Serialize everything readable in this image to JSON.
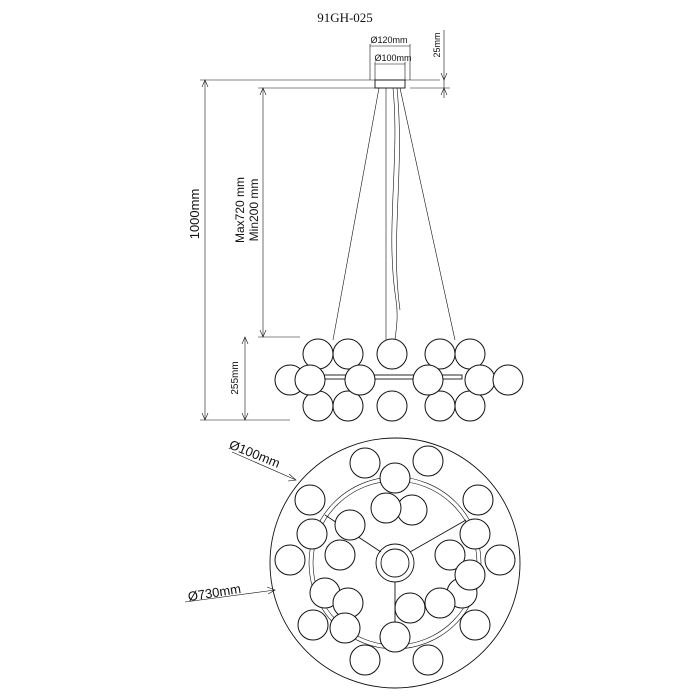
{
  "model_code": "91GH-025",
  "dimensions": {
    "canopy_outer": "Ø120mm",
    "canopy_inner": "Ø100mm",
    "canopy_height": "25mm",
    "overall_height": "1000mm",
    "cable_max": "Max720 mm",
    "cable_min": "Min200 mm",
    "body_height": "255mm",
    "globe_diameter": "Ø100mm",
    "overall_diameter": "Ø730mm"
  },
  "colors": {
    "line": "#111111",
    "background": "#ffffff"
  }
}
